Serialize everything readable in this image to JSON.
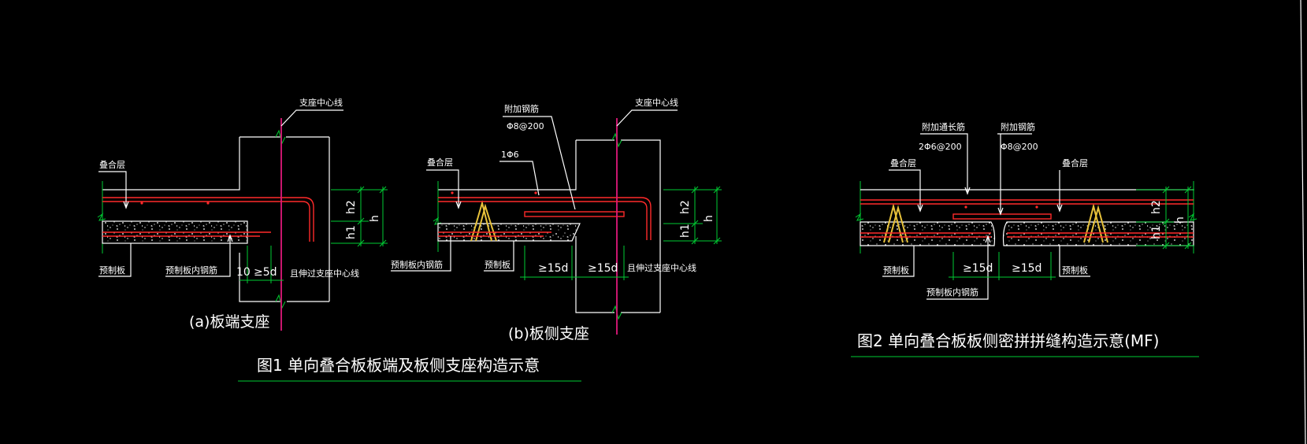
{
  "colors": {
    "background": "#000000",
    "outline": "#ffffff",
    "dimension": "#00cc33",
    "rebar": "#ff2a2a",
    "centerline": "#e0197a",
    "truss": "#e8c23a"
  },
  "fig1": {
    "title": "图1  单向叠合板板端及板侧支座构造示意",
    "a": {
      "caption": "(a)板端支座",
      "support_centerline": "支座中心线",
      "topping": "叠合层",
      "precast": "预制板",
      "inner_bar": "预制板内钢筋",
      "dim_10": "10",
      "dim_5d": "≥5d",
      "extend": "且伸过支座中心线",
      "h2": "h2",
      "h1": "h1",
      "h": "h"
    },
    "b": {
      "caption": "(b)板侧支座",
      "support_centerline": "支座中心线",
      "topping": "叠合层",
      "additional_bar": "附加钢筋",
      "additional_spec": "Φ8@200",
      "bar_1phi6": "1Φ6",
      "inner_bar": "预制板内钢筋",
      "precast": "预制板",
      "dim_15d_1": "≥15d",
      "dim_15d_2": "≥15d",
      "extend": "且伸过支座中心线",
      "h2": "h2",
      "h1": "h1",
      "h": "h"
    }
  },
  "fig2": {
    "title": "图2  单向叠合板板侧密拼拼缝构造示意(MF)",
    "additional_long_bar": "附加通长筋",
    "additional_long_spec": "2Φ6@200",
    "additional_bar": "附加钢筋",
    "additional_spec": "Φ8@200",
    "topping_left": "叠合层",
    "topping_right": "叠合层",
    "precast_left": "预制板",
    "precast_right": "预制板",
    "inner_bar": "预制板内钢筋",
    "dim_15d_1": "≥15d",
    "dim_15d_2": "≥15d",
    "h2": "h2",
    "h1": "h1",
    "h": "h"
  }
}
